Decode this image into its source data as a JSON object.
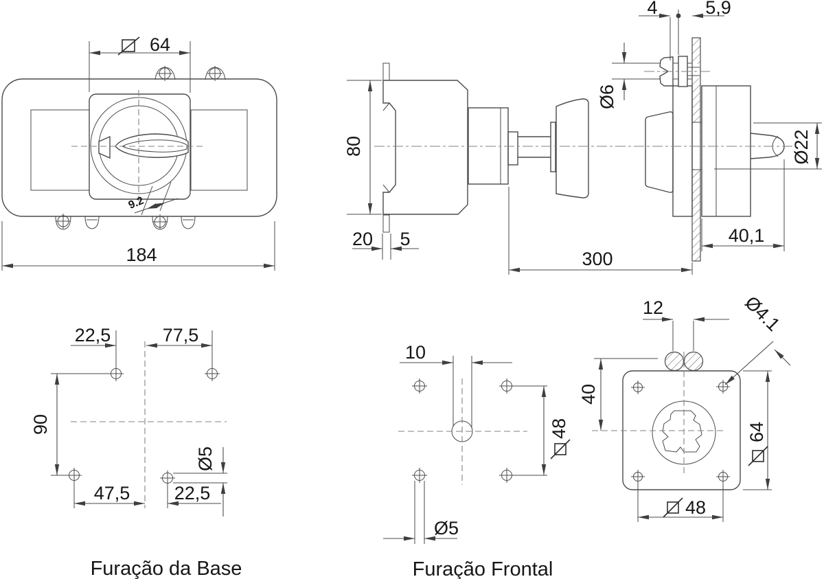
{
  "front_view": {
    "square_side": "64",
    "overall_width": "184",
    "handle_tip_width": "9.2"
  },
  "side_view": {
    "body_height": "80",
    "rail_foot": "20",
    "rail_tab": "5",
    "shaft_extension": "300",
    "screw_offset": "4",
    "panel_thickness": "5,9",
    "screw_dia": "Ø6",
    "shaft_tip_dia": "Ø22",
    "front_projection": "40,1"
  },
  "base_drilling": {
    "caption": "Furação da Base",
    "top_left_offset": "22,5",
    "top_right_offset": "77,5",
    "vertical_spacing": "90",
    "bottom_left_offset": "47,5",
    "bottom_right_offset": "22,5",
    "hole_dia": "Ø5"
  },
  "front_drilling": {
    "caption": "Furação Frontal",
    "slot_width": "10",
    "holes_square": "48",
    "hole_dia": "Ø5"
  },
  "front_plate": {
    "knockout_spacing": "12",
    "small_hole_dia": "Ø4.1",
    "center_offset": "40",
    "plate_square": "64",
    "holes_square": "48"
  }
}
